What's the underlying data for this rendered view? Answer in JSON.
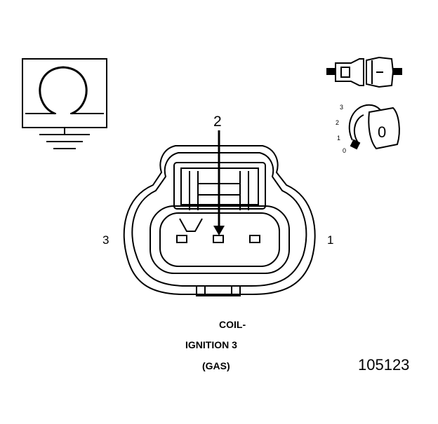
{
  "pins": {
    "left": "3",
    "center": "2",
    "right": "1"
  },
  "caption": {
    "line1": "COIL-",
    "line2": "IGNITION 3",
    "line3": "(GAS)"
  },
  "figure_number": "105123",
  "key_icon": {
    "positions": [
      "3",
      "2",
      "1",
      "0"
    ],
    "key_label": "0"
  },
  "colors": {
    "ink": "#000000",
    "paper": "#ffffff"
  }
}
